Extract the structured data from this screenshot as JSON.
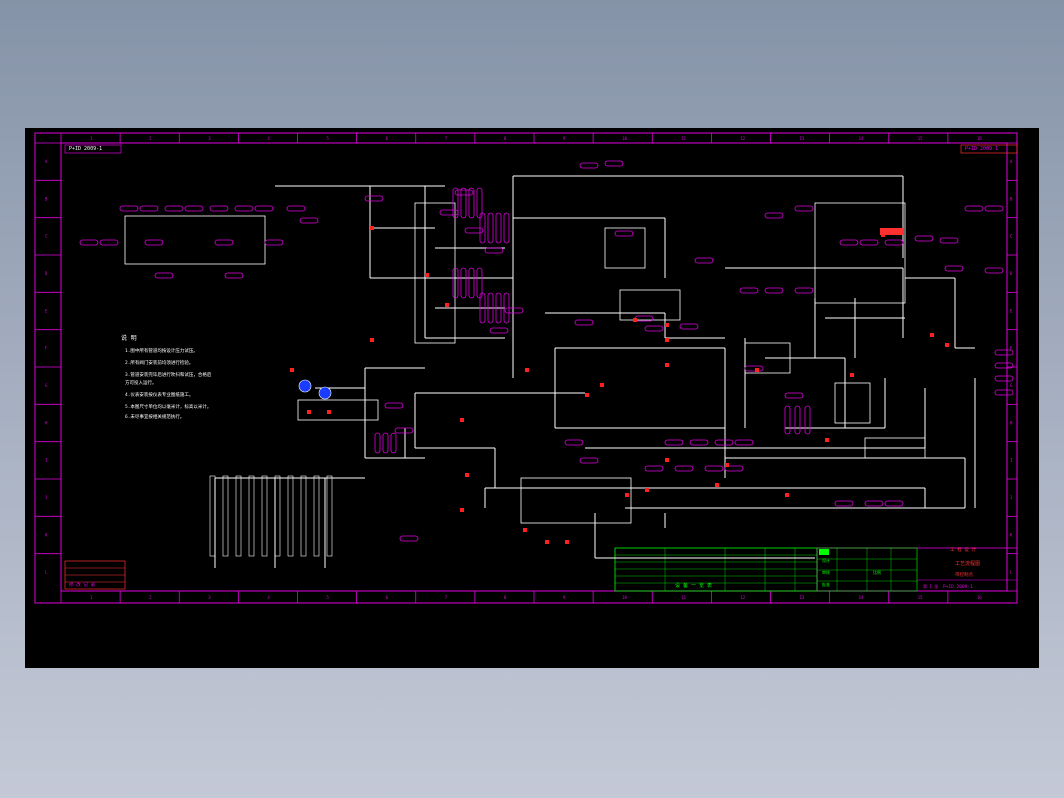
{
  "drawing": {
    "background": "#000000",
    "colors": {
      "frame": "#e000e0",
      "line": "#ffffff",
      "valve": "#ff2020",
      "tag": "#e000e0",
      "title_block": "#00ff00",
      "highlight": "#ff3030",
      "blue": "#1a3cff"
    },
    "frame_top_labels": [
      "1",
      "2",
      "3",
      "4",
      "5",
      "6",
      "7",
      "8",
      "9",
      "10",
      "11",
      "12",
      "13",
      "14",
      "15",
      "16"
    ],
    "frame_bottom_labels": [
      "1",
      "2",
      "3",
      "4",
      "5",
      "6",
      "7",
      "8",
      "9",
      "10",
      "11",
      "12",
      "13",
      "14",
      "15",
      "16"
    ],
    "frame_side_labels": [
      "A",
      "B",
      "C",
      "D",
      "E",
      "F",
      "G",
      "H",
      "I",
      "J",
      "K",
      "L"
    ],
    "top_left_label": "P+ID 2009-1",
    "top_right_label": "P+ID 2009-1",
    "legend": {
      "heading": "说 明",
      "notes": [
        "1.图中所有管道均按设计压力试压。",
        "2.所有阀门安装前均须进行检验。",
        "3.管道安装完毕后进行吹扫和试压，合格后",
        "   方可投入运行。",
        "4.仪表安装按仪表专业图纸施工。",
        "5.本图尺寸单位均以毫米计，标高以米计。",
        "6.未尽事宜按相关规范执行。"
      ]
    },
    "title_block": {
      "title": "工艺流程图",
      "subtitle": "带控制点",
      "drawing_no": "P+ID 2009-1",
      "rev_label": "设计",
      "check_label": "审核",
      "approve_label": "批准",
      "scale_label": "比例",
      "sheet_label": "第 1 张",
      "company": "工 程 设 计"
    },
    "table_label": "设 备 一 览 表",
    "bottom_left_table_label": "修 改 记 录"
  }
}
